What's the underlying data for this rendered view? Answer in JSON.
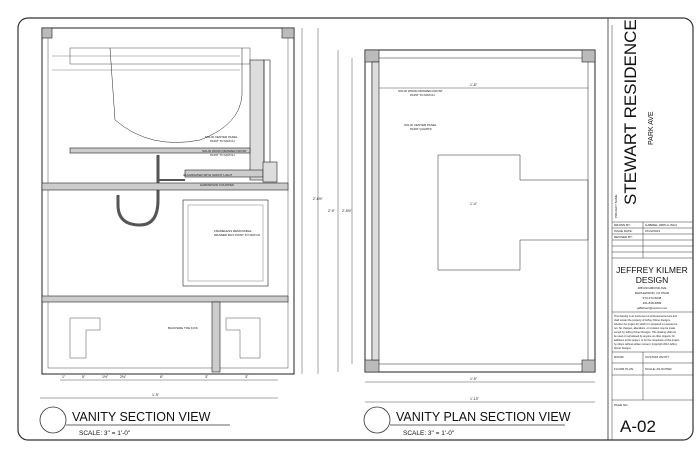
{
  "sheet": {
    "project_title": "STEWART RESIDENCE",
    "project_subtitle": "PARK AVE",
    "project_name_label": "PROJECT NAME",
    "info_rows": [
      {
        "label": "DRAWN BY:",
        "value": "GABRIEL ORPLA-INCA"
      },
      {
        "label": "ISSUE DATE:",
        "value": "07/22/2013"
      },
      {
        "label": "REVISED BY:",
        "value": ""
      }
    ],
    "firm": {
      "name_line1": "JEFFREY KILMER",
      "name_line2": "DESIGN",
      "address1": "488 RICHMOND AVE",
      "address2": "MAPLEWOOD, NJ 07040",
      "phone1": "973-373-5648",
      "phone2": "201-818-3899",
      "email": "jeffkilmer@verizon.net"
    },
    "copyright_lines": [
      "This drawing is an instrument of professional service and",
      "shall remain the property of Jeffrey Kilmer Designs,",
      "whether the project for which it is prepared is executed or",
      "not. No changes, alterations, or revisions may be made",
      "except by Jeffrey Kilmer Designs. This drawing shall not",
      "be used or reproduced by anyone on other projects, for",
      "additions to this project, or for the completion of this project",
      "by others without written consent. Copyright 2013 Jeffrey",
      "Kilmer Designs."
    ],
    "room_label": "ROOM:",
    "room_value": "CUSTOM VANITY",
    "floor_plan_label": "FLOOR PLAN:",
    "floor_plan_value": "SCALE: AS NOTED",
    "page_no_label": "PAGE NO.",
    "page_no": "A-02"
  },
  "views": [
    {
      "title": "VANITY SECTION VIEW",
      "scale": "SCALE: 3\" = 1'-0\""
    },
    {
      "title": "VANITY PLAN SECTION VIEW",
      "scale": "SCALE: 3\" = 1'-0\""
    }
  ],
  "notes": {
    "solid_center_panel": "SOLID CENTER PANEL",
    "paint_to_match": "PAINT TO MATCH",
    "solid_wood_drawer_front": "SOLID WOOD DRAWER FRONT",
    "illuminated": "ILLUMINATED WITH SOFFIT LIGHT",
    "hardwood_top": "HARDWOOD COUNTER",
    "frameless_drawer": "FRAMELESS REMOVABLE",
    "drawer_box": "DRAWER BOX PAINT TO MATCH",
    "backside_toe_kick": "BACKSIDE TOE KICK",
    "plan_drawer_front": "SOLID WOOD DRAWER FRONT",
    "plan_paint": "PAINT TO MATCH",
    "plan_center_panel": "SOLID CENTER PANEL",
    "plan_paint2": "PAINT QUARTZ"
  },
  "dimensions": {
    "section_total_width": "1'-9\"",
    "section_segments": [
      "1\"",
      "5\"",
      "1½\"",
      "2½\"",
      "6\"",
      "3\"",
      "3\""
    ],
    "section_height": "2'-6½\"",
    "plan_total_width": "1'-9\"",
    "plan_overall": "1'-10\"",
    "plan_height": "2'-9\"",
    "plan_inner": "2'-5½\"",
    "plan_interior": "1'-8\"",
    "plan_depth": "1'-4\""
  }
}
